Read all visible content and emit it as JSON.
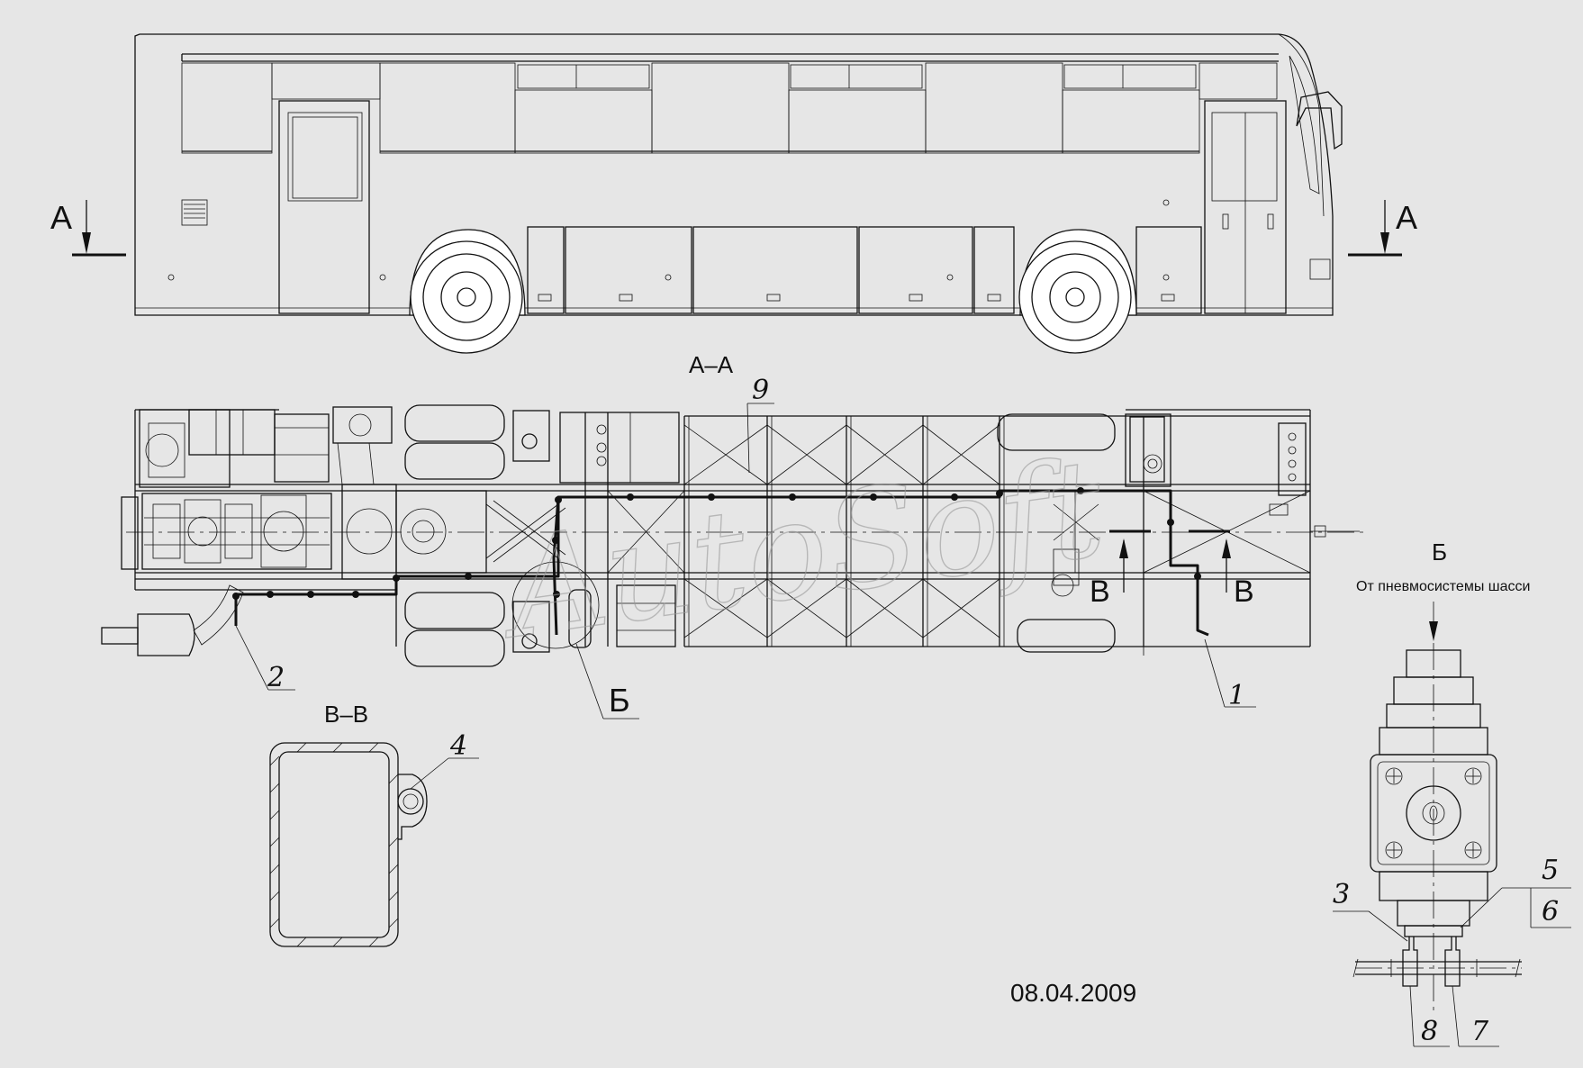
{
  "section_labels": {
    "a_left": "А",
    "a_right": "А",
    "aa_title": "А–А",
    "vv_title": "В–В",
    "v_left": "В",
    "v_right": "В",
    "b_callout": "Б",
    "b_detail_title": "Б"
  },
  "detail_note": "От пневмосистемы шасси",
  "part_numbers": [
    "1",
    "2",
    "3",
    "4",
    "5",
    "6",
    "7",
    "8",
    "9"
  ],
  "date": "08.04.2009",
  "watermark": "AutoSoft",
  "colors": {
    "background": "#e6e6e6",
    "line": "#111111",
    "watermark": "#999999"
  }
}
